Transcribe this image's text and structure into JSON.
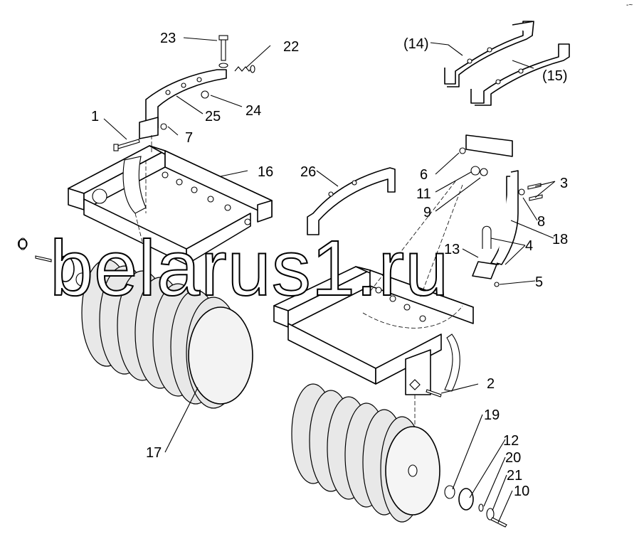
{
  "watermark": "belarus1.ru",
  "corner_mark": "-~",
  "callouts": [
    {
      "id": "c1",
      "text": "1"
    },
    {
      "id": "c2",
      "text": "2"
    },
    {
      "id": "c3",
      "text": "3"
    },
    {
      "id": "c4",
      "text": "4"
    },
    {
      "id": "c5",
      "text": "5"
    },
    {
      "id": "c6",
      "text": "6"
    },
    {
      "id": "c7",
      "text": "7"
    },
    {
      "id": "c8",
      "text": "8"
    },
    {
      "id": "c9",
      "text": "9"
    },
    {
      "id": "c10",
      "text": "10"
    },
    {
      "id": "c11",
      "text": "11"
    },
    {
      "id": "c12",
      "text": "12"
    },
    {
      "id": "c13",
      "text": "13"
    },
    {
      "id": "c14",
      "text": "(14)"
    },
    {
      "id": "c15",
      "text": "(15)"
    },
    {
      "id": "c16",
      "text": "16"
    },
    {
      "id": "c17",
      "text": "17"
    },
    {
      "id": "c18",
      "text": "18"
    },
    {
      "id": "c19",
      "text": "19"
    },
    {
      "id": "c20",
      "text": "20"
    },
    {
      "id": "c21",
      "text": "21"
    },
    {
      "id": "c22",
      "text": "22"
    },
    {
      "id": "c23",
      "text": "23"
    },
    {
      "id": "c24",
      "text": "24"
    },
    {
      "id": "c25",
      "text": "25"
    },
    {
      "id": "c26",
      "text": "26"
    },
    {
      "id": "cO",
      "text": "O"
    }
  ]
}
